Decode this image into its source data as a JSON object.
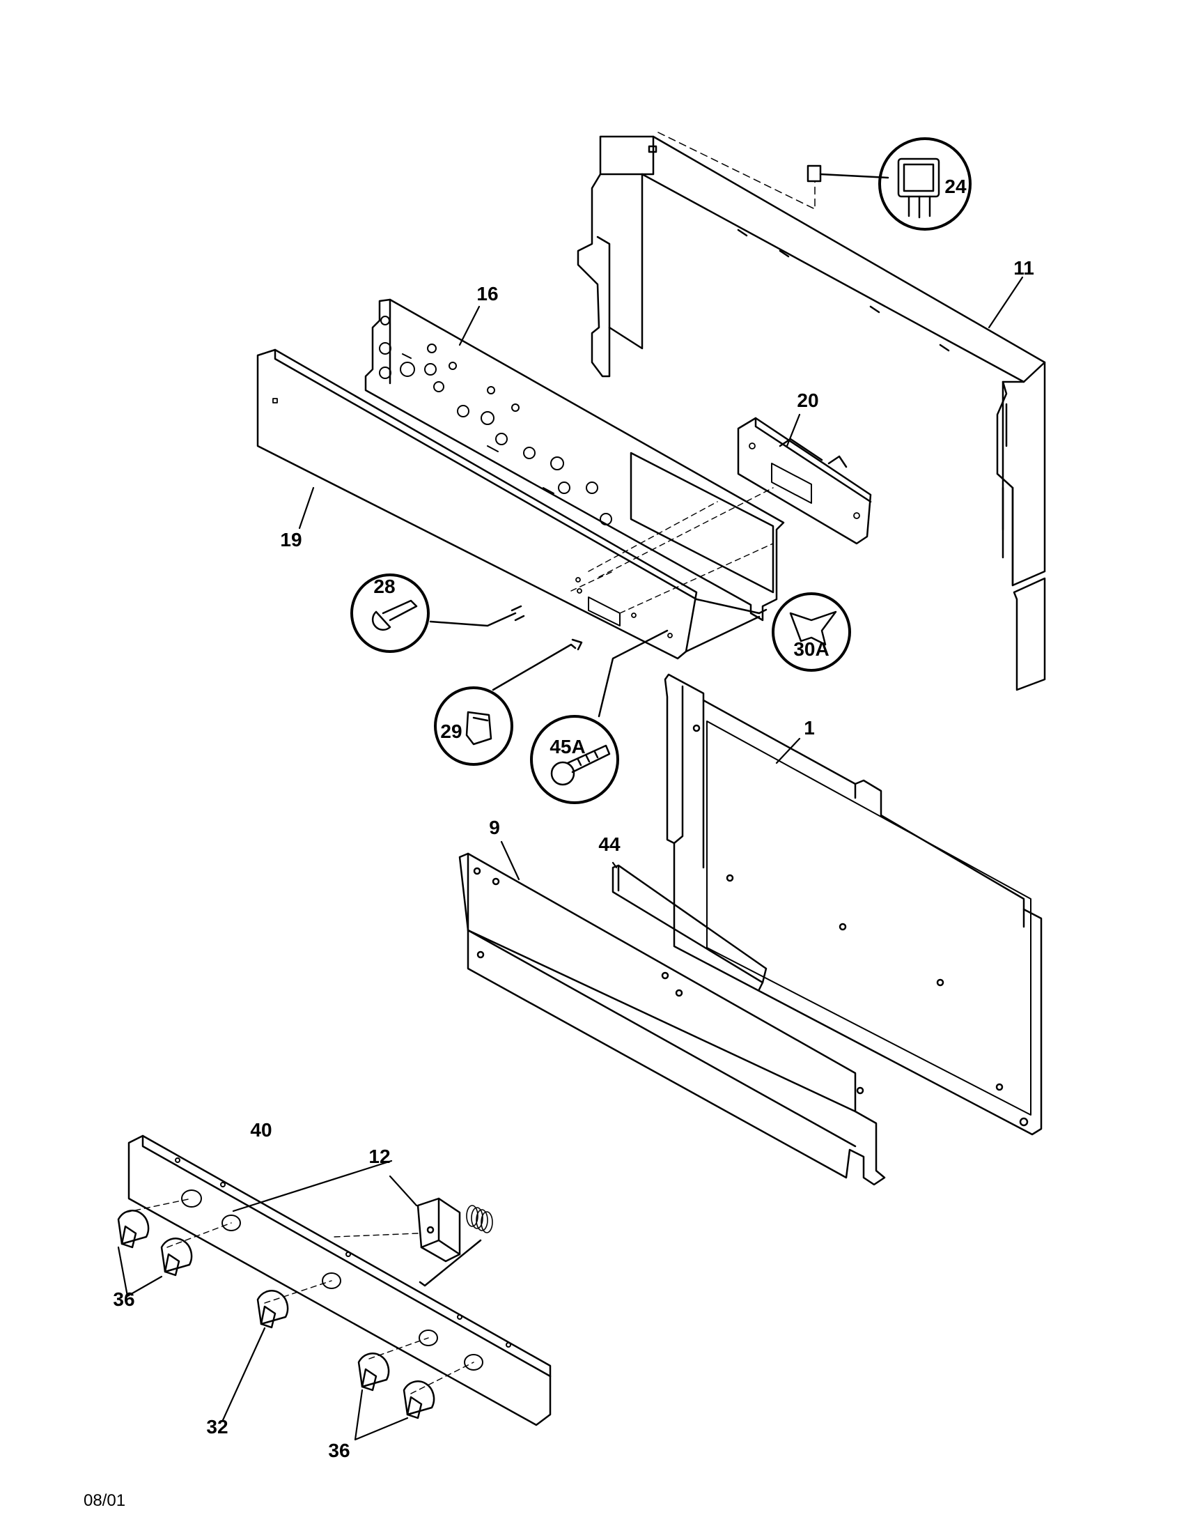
{
  "labels": {
    "p1": "1",
    "p9": "9",
    "p11": "11",
    "p12": "12",
    "p16": "16",
    "p19": "19",
    "p20": "20",
    "p24": "24",
    "p28": "28",
    "p29": "29",
    "p30A": "30A",
    "p32": "32",
    "p36a": "36",
    "p36b": "36",
    "p40": "40",
    "p44": "44",
    "p45A": "45A"
  },
  "footer": {
    "date": "08/01"
  }
}
